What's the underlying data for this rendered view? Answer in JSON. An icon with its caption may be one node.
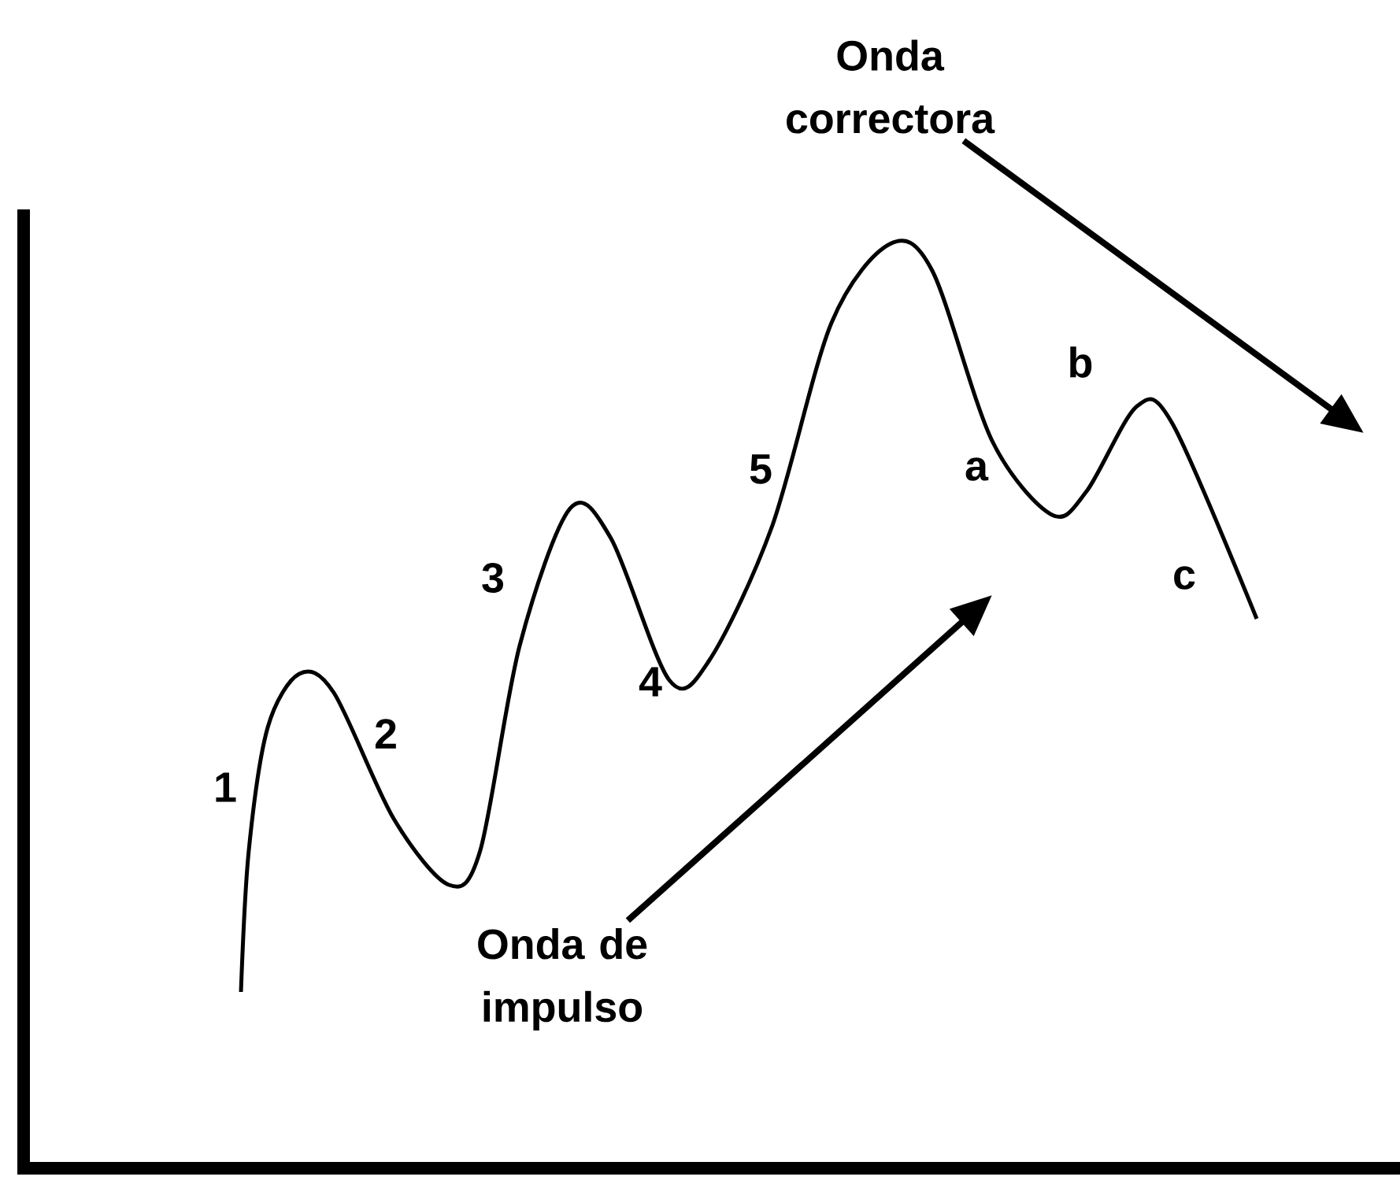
{
  "diagram": {
    "nodes": [
      {
        "text": [
          "Onda correctora"
        ]
      },
      {
        "text": [
          "Onda de impulso"
        ]
      }
    ],
    "edges": [
      {
        "from": 0,
        "to": null,
        "arrow": "to"
      },
      {
        "from": 1,
        "to": null,
        "arrow": "to"
      }
    ],
    "labels": [
      "1",
      "2",
      "3",
      "4",
      "5",
      "a",
      "b",
      "c"
    ]
  }
}
